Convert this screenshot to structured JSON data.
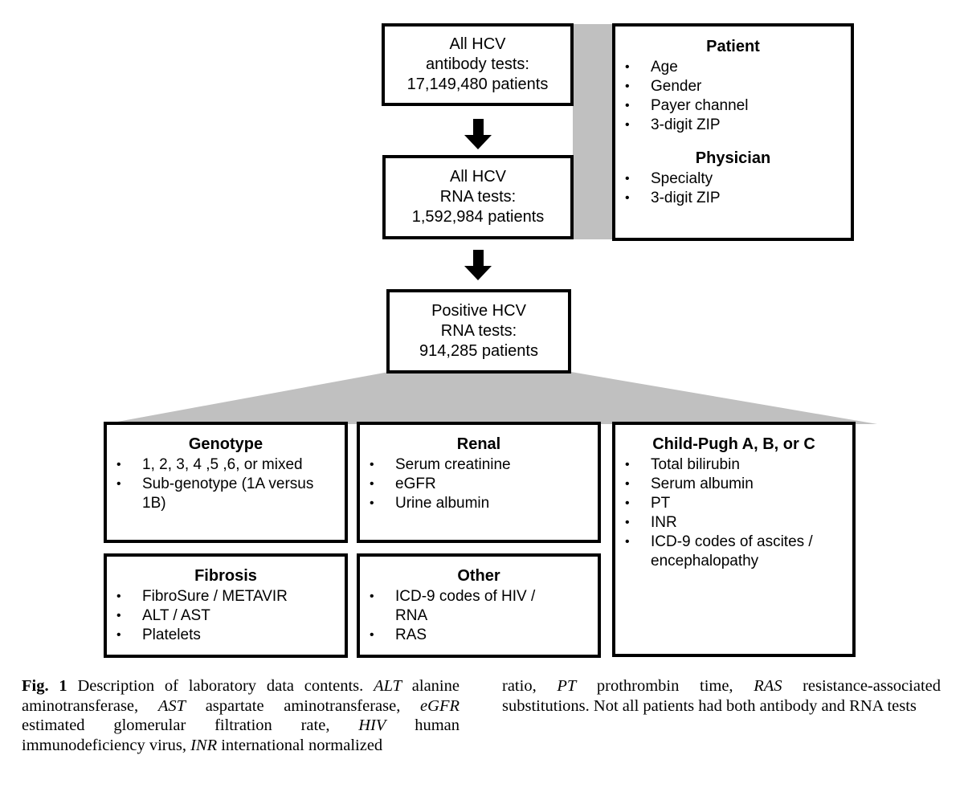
{
  "flow": {
    "box1": [
      "All HCV",
      "antibody tests:",
      "17,149,480 patients"
    ],
    "box2": [
      "All HCV",
      "RNA tests:",
      "1,592,984 patients"
    ],
    "box3": [
      "Positive HCV",
      "RNA tests:",
      "914,285 patients"
    ]
  },
  "attributes": {
    "patient": {
      "title": "Patient",
      "items": [
        "Age",
        "Gender",
        "Payer channel",
        "3-digit ZIP"
      ]
    },
    "physician": {
      "title": "Physician",
      "items": [
        "Specialty",
        "3-digit ZIP"
      ]
    }
  },
  "categories": {
    "genotype": {
      "title": "Genotype",
      "items": [
        "1, 2, 3, 4 ,5 ,6, or mixed",
        "Sub-genotype (1A versus 1B)"
      ]
    },
    "renal": {
      "title": "Renal",
      "items": [
        "Serum creatinine",
        "eGFR",
        "Urine albumin"
      ]
    },
    "childpugh": {
      "title": "Child-Pugh A, B, or C",
      "items": [
        "Total bilirubin",
        "Serum albumin",
        "PT",
        "INR",
        "ICD-9 codes of ascites / encephalopathy"
      ]
    },
    "fibrosis": {
      "title": "Fibrosis",
      "items": [
        "FibroSure / METAVIR",
        "ALT / AST",
        "Platelets"
      ]
    },
    "other": {
      "title": "Other",
      "items": [
        "ICD-9 codes of HIV / RNA",
        "RAS"
      ]
    }
  },
  "caption": {
    "label": "Fig. 1",
    "col1": [
      {
        "t": " Description of laboratory data contents. "
      },
      {
        "t": "ALT",
        "i": true
      },
      {
        "t": " alanine aminotransferase, "
      },
      {
        "t": "AST",
        "i": true
      },
      {
        "t": " aspartate aminotransferase, "
      },
      {
        "t": "eGFR",
        "i": true
      },
      {
        "t": " estimated glomerular filtration rate, "
      },
      {
        "t": "HIV",
        "i": true
      },
      {
        "t": " human immunodeficiency virus, "
      },
      {
        "t": "INR",
        "i": true
      },
      {
        "t": " international normalized"
      }
    ],
    "col2": [
      {
        "t": "ratio, "
      },
      {
        "t": "PT",
        "i": true
      },
      {
        "t": " prothrombin time, "
      },
      {
        "t": "RAS",
        "i": true
      },
      {
        "t": " resistance-associated substitutions. Not all patients had both antibody and RNA tests"
      }
    ]
  }
}
